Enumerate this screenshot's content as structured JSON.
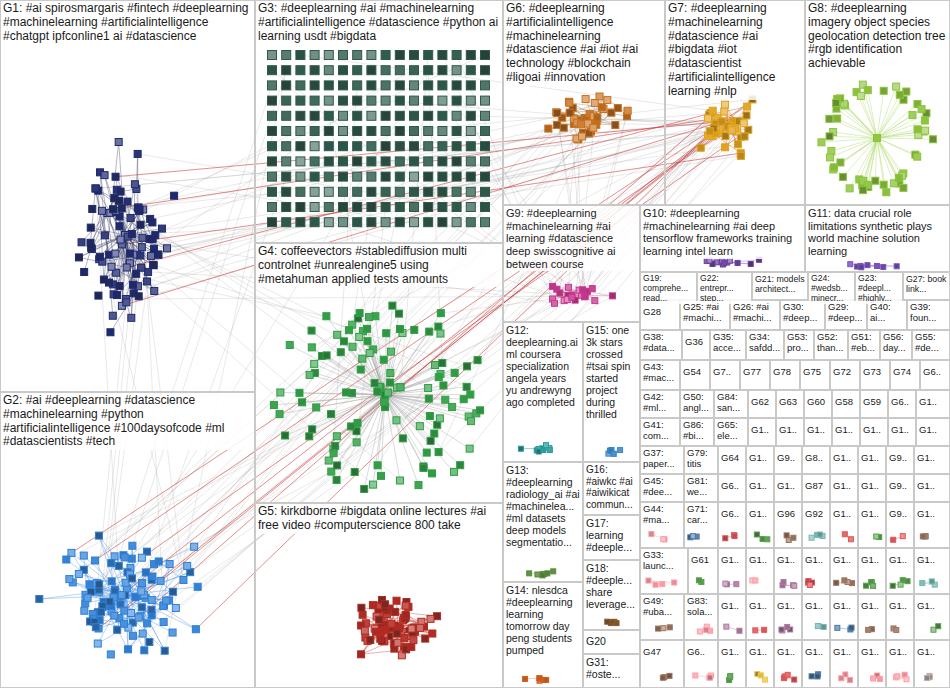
{
  "diagram": {
    "nodes": [
      {
        "text": [
          "G1: #ai spirosmargaris #fintech #deeplearning #machinelearning #artificialintelligence #chatgpt ipfconline1 ai #datascience"
        ]
      },
      {
        "text": [
          "G3: #deeplearning #ai #machinelearning #artificialintelligence #datascience #python ai learning usdt #bigdata"
        ]
      },
      {
        "text": [
          "G6: #deeplearning #artificialintelligence #machinelearning #datascience #ai #iot #ai technology #blockchain #ligoai #innovation"
        ]
      },
      {
        "text": [
          "G7: #deeplearning #machinelearning #datascience #ai #bigdata #iot #datascientist #artificialintelligence learning #nlp"
        ]
      },
      {
        "text": [
          "G8: #deeplearning imagery object species geolocation detection tree #rgb identification achievable"
        ]
      },
      {
        "text": [
          "G9: #deeplearning #machinelearning #ai learning #datascience deep swisscognitive ai between course"
        ]
      },
      {
        "text": [
          "G10: #deeplearning #machinelearning #ai deep tensorflow frameworks training learning intel learn"
        ]
      },
      {
        "text": [
          "G11: data crucial role limitations synthetic plays world machine solution learning"
        ]
      },
      {
        "text": [
          "G4: coffeevectors #stablediffusion multi controlnet #unrealengine5 using #metahuman applied tests amounts"
        ]
      },
      {
        "text": [
          "G12: deeplearning.ai ml coursera specialization angela years yu andrewyng ago completed"
        ]
      },
      {
        "text": [
          "G15: one 3k stars crossed #tsai spin started project during thrilled"
        ]
      },
      {
        "text": [
          "G19: comprehe... read..."
        ]
      },
      {
        "text": [
          "G22: entrepr... step..."
        ]
      },
      {
        "text": [
          "G21: models architect..."
        ]
      },
      {
        "text": [
          "G24: #wedsb... minecr..."
        ]
      },
      {
        "text": [
          "G23: #deepl... #highly..."
        ]
      },
      {
        "text": [
          "G27: book link..."
        ]
      },
      {
        "text": [
          "G28"
        ]
      },
      {
        "text": [
          "G25: #ai #machi..."
        ]
      },
      {
        "text": [
          "G26: #ai #machi..."
        ]
      },
      {
        "text": [
          "G30: #deep..."
        ]
      },
      {
        "text": [
          "G29: #deep..."
        ]
      },
      {
        "text": [
          "G40: ai..."
        ]
      },
      {
        "text": [
          "G39: foun..."
        ]
      },
      {
        "text": [
          "G38: #data..."
        ]
      },
      {
        "text": [
          "G36"
        ]
      },
      {
        "text": [
          "G35: acce..."
        ]
      },
      {
        "text": [
          "G34: safdd..."
        ]
      },
      {
        "text": [
          "G53: pro..."
        ]
      },
      {
        "text": [
          "G52: than..."
        ]
      },
      {
        "text": [
          "G51: #eb..."
        ]
      },
      {
        "text": [
          "G56: day..."
        ]
      },
      {
        "text": [
          "G55: #de..."
        ]
      },
      {
        "text": [
          "G43: #mac..."
        ]
      },
      {
        "text": [
          "G54"
        ]
      },
      {
        "text": [
          "G7.."
        ]
      },
      {
        "text": [
          "G77"
        ]
      },
      {
        "text": [
          "G78"
        ]
      },
      {
        "text": [
          "G75"
        ]
      },
      {
        "text": [
          "G72"
        ]
      },
      {
        "text": [
          "G73"
        ]
      },
      {
        "text": [
          "G74"
        ]
      },
      {
        "text": [
          "G6.."
        ]
      },
      {
        "text": [
          "G42: #ml..."
        ]
      },
      {
        "text": [
          "G50: angl..."
        ]
      },
      {
        "text": [
          "G84: san..."
        ]
      },
      {
        "text": [
          "G62"
        ]
      },
      {
        "text": [
          "G63"
        ]
      },
      {
        "text": [
          "G60"
        ]
      },
      {
        "text": [
          "G58"
        ]
      },
      {
        "text": [
          "G59"
        ]
      },
      {
        "text": [
          "G6.."
        ]
      },
      {
        "text": [
          "G1.."
        ]
      },
      {
        "text": [
          "G41: com..."
        ]
      },
      {
        "text": [
          "G86: #bi..."
        ]
      },
      {
        "text": [
          "G65: ele..."
        ]
      },
      {
        "text": [
          "G1.."
        ]
      },
      {
        "text": [
          "G1.."
        ]
      },
      {
        "text": [
          "G1.."
        ]
      },
      {
        "text": [
          "G1.."
        ]
      },
      {
        "text": [
          "G1.."
        ]
      },
      {
        "text": [
          "G1.."
        ]
      },
      {
        "text": [
          "G1.."
        ]
      },
      {
        "text": [
          "G37: paper..."
        ]
      },
      {
        "text": [
          "G79: titis"
        ]
      },
      {
        "text": [
          "G64"
        ]
      },
      {
        "text": [
          "G1.."
        ]
      },
      {
        "text": [
          "G9.."
        ]
      },
      {
        "text": [
          "G8.."
        ]
      },
      {
        "text": [
          "G1.."
        ]
      },
      {
        "text": [
          "G1.."
        ]
      },
      {
        "text": [
          "G9.."
        ]
      },
      {
        "text": [
          "G1.."
        ]
      },
      {
        "text": [
          "G45: #dee..."
        ]
      },
      {
        "text": [
          "G81: we..."
        ]
      },
      {
        "text": [
          "G6.."
        ]
      },
      {
        "text": [
          "G1.."
        ]
      },
      {
        "text": [
          "G1.."
        ]
      },
      {
        "text": [
          "G87"
        ]
      },
      {
        "text": [
          "G1.."
        ]
      },
      {
        "text": [
          "G1.."
        ]
      },
      {
        "text": [
          "G9.."
        ]
      },
      {
        "text": [
          "G1.."
        ]
      },
      {
        "text": [
          "G44: #ma..."
        ]
      },
      {
        "text": [
          "G71: car..."
        ]
      },
      {
        "text": [
          "G6.."
        ]
      },
      {
        "text": [
          "G1.."
        ]
      },
      {
        "text": [
          "G96"
        ]
      },
      {
        "text": [
          "G92"
        ]
      },
      {
        "text": [
          "G1.."
        ]
      },
      {
        "text": [
          "G1.."
        ]
      },
      {
        "text": [
          "G9.."
        ]
      },
      {
        "text": [
          "G1.."
        ]
      },
      {
        "text": [
          "G33: launc..."
        ]
      },
      {
        "text": [
          "G61"
        ]
      },
      {
        "text": [
          "G1.."
        ]
      },
      {
        "text": [
          "G1.."
        ]
      },
      {
        "text": [
          "G1.."
        ]
      },
      {
        "text": [
          "G1.."
        ]
      },
      {
        "text": [
          "G1.."
        ]
      },
      {
        "text": [
          "G1.."
        ]
      },
      {
        "text": [
          "G1.."
        ]
      },
      {
        "text": [
          "G1.."
        ]
      },
      {
        "text": [
          "G49: #uba..."
        ]
      },
      {
        "text": [
          "G83: sola..."
        ]
      },
      {
        "text": [
          "G1.."
        ]
      },
      {
        "text": [
          "G1.."
        ]
      },
      {
        "text": [
          "G1.."
        ]
      },
      {
        "text": [
          "G1.."
        ]
      },
      {
        "text": [
          "G1.."
        ]
      },
      {
        "text": [
          "G1.."
        ]
      },
      {
        "text": [
          "G1.."
        ]
      },
      {
        "text": [
          "G1.."
        ]
      },
      {
        "text": [
          "G47"
        ]
      },
      {
        "text": [
          "G6.."
        ]
      },
      {
        "text": [
          "G1.."
        ]
      },
      {
        "text": [
          "G1.."
        ]
      },
      {
        "text": [
          "G1.."
        ]
      },
      {
        "text": [
          "G1.."
        ]
      },
      {
        "text": [
          "G1.."
        ]
      },
      {
        "text": [
          "G1.."
        ]
      },
      {
        "text": [
          "G1.."
        ]
      },
      {
        "text": [
          "G1.."
        ]
      },
      {
        "text": [
          "G13: #deeplearning radiology_ai #ai #machinelea... #ml datasets deep models segmentatio..."
        ]
      },
      {
        "text": [
          "G16: #aiwkc #ai #aiwikicat commun..."
        ]
      },
      {
        "text": [
          "G17: learning #deeple..."
        ]
      },
      {
        "text": [
          "G18: #deeple... share leverage..."
        ]
      },
      {
        "text": [
          "G14: nlesdca #deeplearning learning tomorrow day peng students pumped"
        ]
      },
      {
        "text": [
          "G20"
        ]
      },
      {
        "text": [
          "G31: #oste..."
        ]
      },
      {
        "text": [
          "G2: #ai #deeplearning #datascience #machinelearning #python #artificialintelligence #100daysofcode #ml #datascientists #tech"
        ]
      },
      {
        "text": [
          "G5: kirkdborne #bigdata online lectures #ai free video #computerscience 800 take"
        ]
      }
    ]
  }
}
